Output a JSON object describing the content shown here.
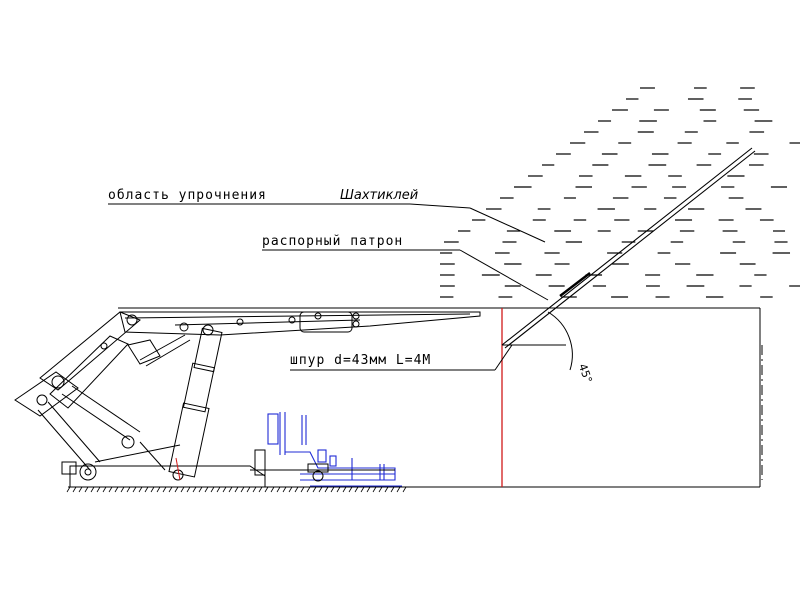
{
  "labels": {
    "hardening_zone": "область упрочнения",
    "material": "Шахтиклей",
    "expansion_cartridge": "распорный патрон",
    "borehole": "шпур d=43мм L=4М",
    "angle": "45°"
  },
  "colors": {
    "line": "#000000",
    "face_line": "#d11a1a",
    "equipment": "#1f2bd6"
  },
  "icons": [
    "support-machine",
    "hydraulic-prop",
    "drill-rig",
    "rock-strata-hatching"
  ]
}
